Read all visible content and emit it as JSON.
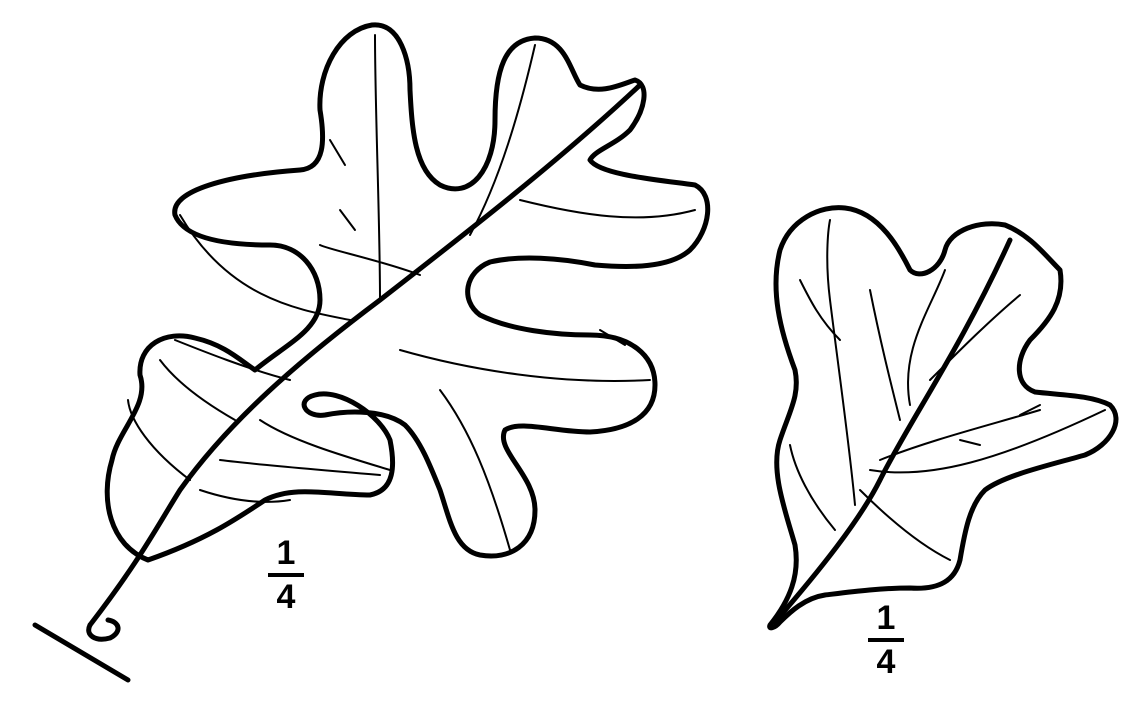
{
  "leaf_left": {
    "icon": "oak-leaf-icon",
    "scale": {
      "numerator": "1",
      "denominator": "4"
    }
  },
  "leaf_right": {
    "icon": "oak-leaf-icon",
    "scale": {
      "numerator": "1",
      "denominator": "4"
    }
  },
  "colors": {
    "ink": "#000000",
    "paper": "#ffffff"
  }
}
